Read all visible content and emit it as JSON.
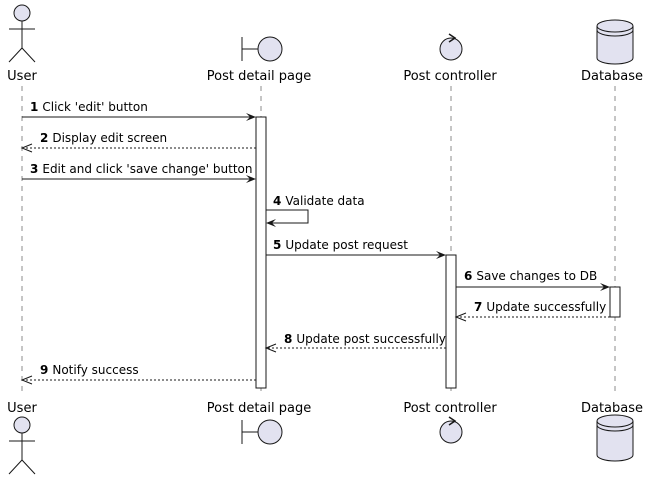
{
  "colors": {
    "participant_fill": "#e2e2f0",
    "stroke": "#181818",
    "lifeline": "#181818"
  },
  "participants": [
    {
      "id": "user",
      "label": "User",
      "kind": "actor"
    },
    {
      "id": "page",
      "label": "Post detail page",
      "kind": "boundary"
    },
    {
      "id": "controller",
      "label": "Post controller",
      "kind": "control"
    },
    {
      "id": "db",
      "label": "Database",
      "kind": "database"
    }
  ],
  "messages": [
    {
      "num": "1",
      "text": "Click 'edit' button",
      "from": "user",
      "to": "page",
      "style": "solid"
    },
    {
      "num": "2",
      "text": "Display edit screen",
      "from": "page",
      "to": "user",
      "style": "dashed"
    },
    {
      "num": "3",
      "text": "Edit and click 'save change' button",
      "from": "user",
      "to": "page",
      "style": "solid"
    },
    {
      "num": "4",
      "text": "Validate data",
      "from": "page",
      "to": "page",
      "style": "self"
    },
    {
      "num": "5",
      "text": "Update post request",
      "from": "page",
      "to": "controller",
      "style": "solid"
    },
    {
      "num": "6",
      "text": "Save changes to DB",
      "from": "controller",
      "to": "db",
      "style": "solid"
    },
    {
      "num": "7",
      "text": "Update successfully",
      "from": "db",
      "to": "controller",
      "style": "dashed"
    },
    {
      "num": "8",
      "text": "Update post successfully",
      "from": "controller",
      "to": "page",
      "style": "dashed"
    },
    {
      "num": "9",
      "text": "Notify success",
      "from": "page",
      "to": "user",
      "style": "dashed"
    }
  ]
}
